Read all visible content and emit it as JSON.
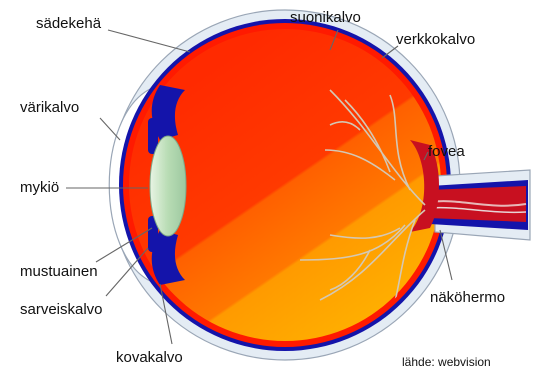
{
  "labels": {
    "sadekeha": "sädekehä",
    "varikalvo": "värikalvo",
    "mykio": "mykiö",
    "mustuainen": "mustuainen",
    "sarveiskalvo": "sarveiskalvo",
    "kovakalvo": "kovakalvo",
    "suonikalvo": "suonikalvo",
    "verkkokalvo": "verkkokalvo",
    "fovea": "fovea",
    "nakohermo": "näköhermo"
  },
  "source": "lähde: webvision",
  "colors": {
    "sclera": "#e8eef5",
    "choroid": "#1010a8",
    "retina": "#ff1a00",
    "vitreous_dark": "#ff2a00",
    "vitreous_mid": "#ff6000",
    "vitreous_light": "#ffa800",
    "lens": "#b8dcb4",
    "nerve": "#c81020",
    "vessels": "#cfc4b0",
    "leader_lines": "#666666"
  }
}
